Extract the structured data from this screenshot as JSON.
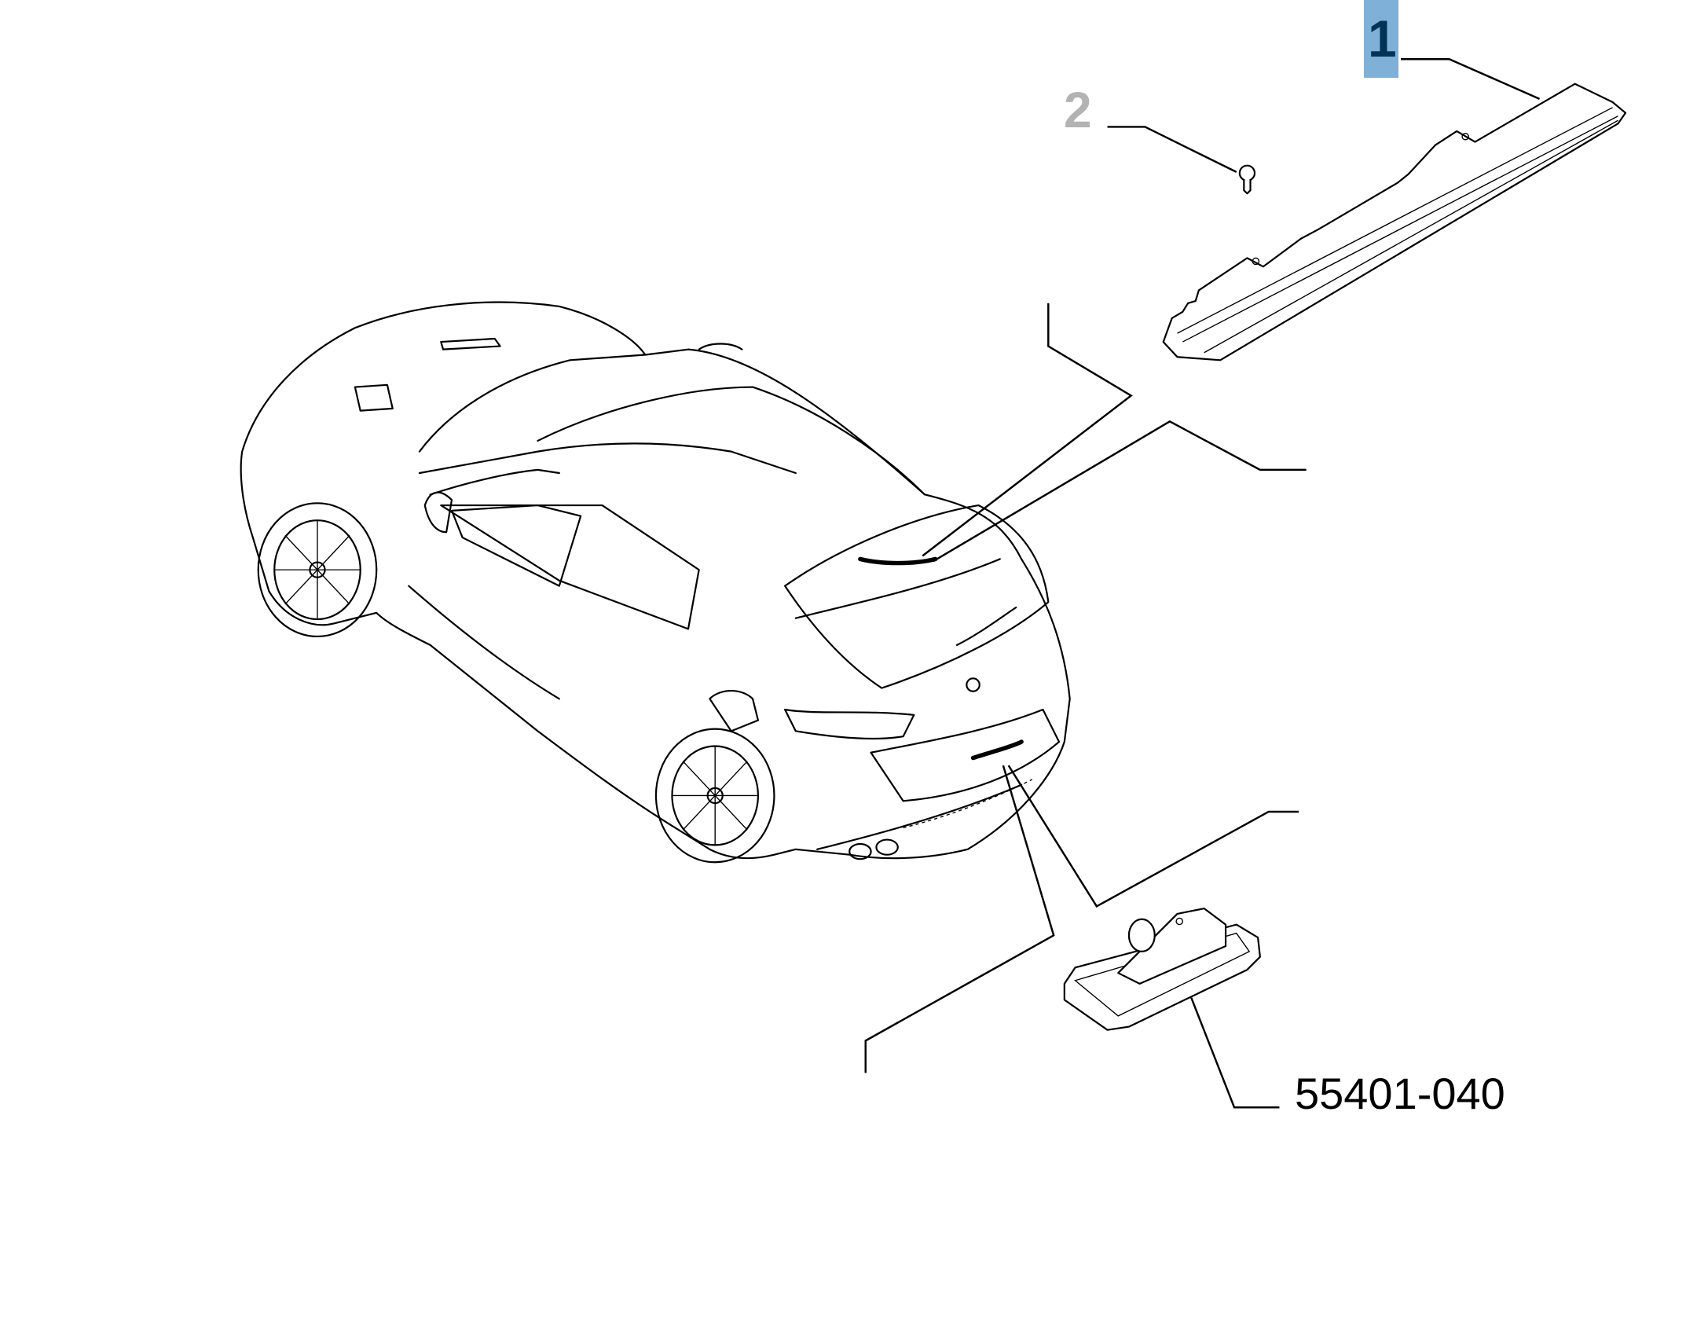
{
  "callouts": {
    "item1": "1",
    "item2": "2",
    "part_number": "55401-040"
  },
  "colors": {
    "highlight_box": "#7fb0d8",
    "highlight_text": "#003355",
    "inactive_callout": "#b3b3b3"
  }
}
